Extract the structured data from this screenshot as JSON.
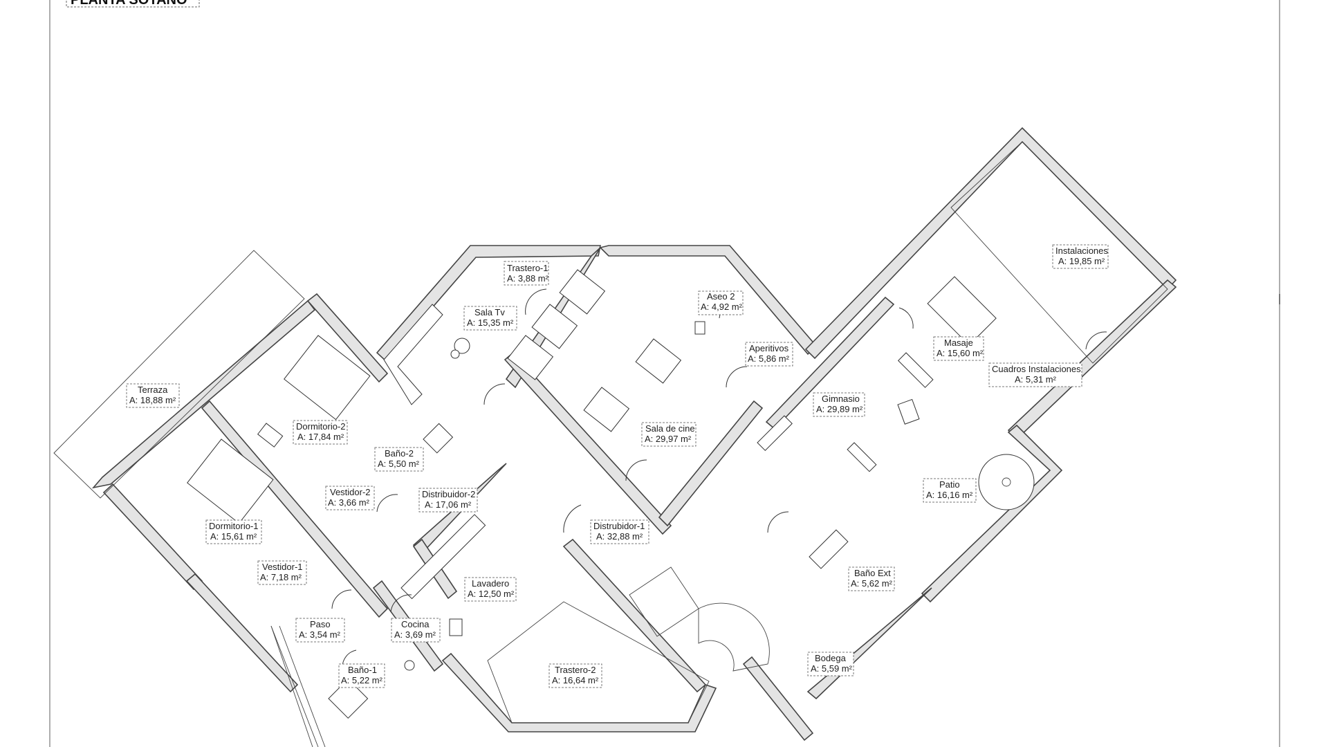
{
  "plan": {
    "title": "PLANTA SÓTANO",
    "rooms": [
      {
        "name": "Trastero-1",
        "area": "A: 3,88 m²"
      },
      {
        "name": "Sala Tv",
        "area": "A: 15,35 m²"
      },
      {
        "name": "Aseo 2",
        "area": "A: 4,92 m²"
      },
      {
        "name": "Aperitivos",
        "area": "A: 5,86 m²"
      },
      {
        "name": "Instalaciones",
        "area": "A: 19,85 m²"
      },
      {
        "name": "Masaje",
        "area": "A: 15,60 m²"
      },
      {
        "name": "Cuadros Instalaciones",
        "area": "A: 5,31 m²"
      },
      {
        "name": "Gimnasio",
        "area": "A: 29,89 m²"
      },
      {
        "name": "Terraza",
        "area": "A: 18,88 m²"
      },
      {
        "name": "Dormitorio-2",
        "area": "A: 17,84 m²"
      },
      {
        "name": "Baño-2",
        "area": "A: 5,50 m²"
      },
      {
        "name": "Sala de cine",
        "area": "A: 29,97 m²"
      },
      {
        "name": "Distribuidor-2",
        "area": "A: 17,06 m²"
      },
      {
        "name": "Vestidor-2",
        "area": "A: 3,66 m²"
      },
      {
        "name": "Patio",
        "area": "A: 16,16 m²"
      },
      {
        "name": "Dormitorio-1",
        "area": "A: 15,61 m²"
      },
      {
        "name": "Distrubidor-1",
        "area": "A: 32,88 m²"
      },
      {
        "name": "Vestidor-1",
        "area": "A: 7,18 m²"
      },
      {
        "name": "Baño Ext",
        "area": "A: 5,62 m²"
      },
      {
        "name": "Lavadero",
        "area": "A: 12,50 m²"
      },
      {
        "name": "Paso",
        "area": "A: 3,54 m²"
      },
      {
        "name": "Cocina",
        "area": "A: 3,69 m²"
      },
      {
        "name": "Bodega",
        "area": "A: 5,59 m²"
      },
      {
        "name": "Baño-1",
        "area": "A: 5,22 m²"
      },
      {
        "name": "Trastero-2",
        "area": "A: 16,64 m²"
      }
    ]
  }
}
